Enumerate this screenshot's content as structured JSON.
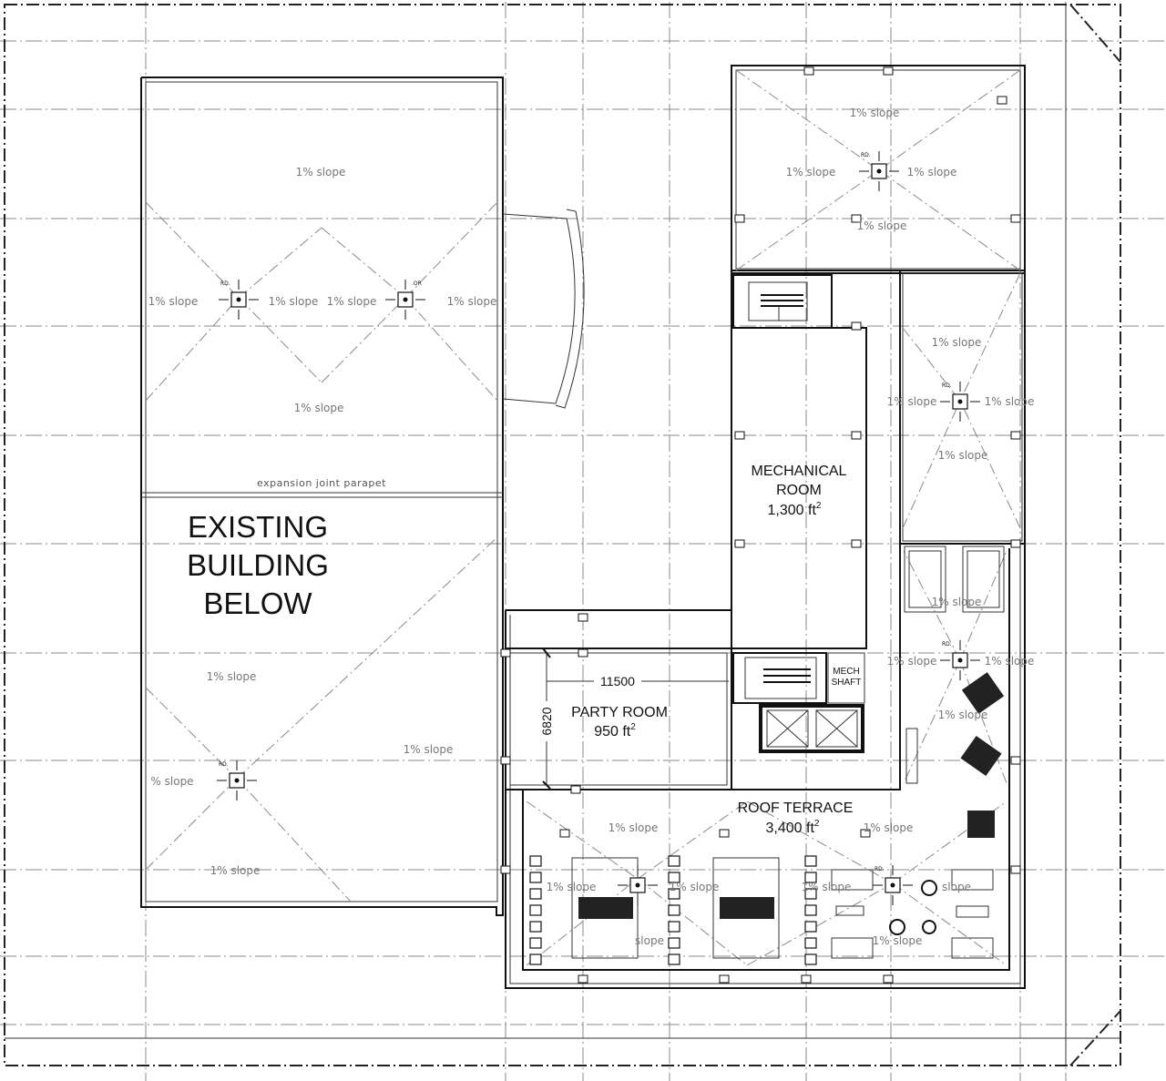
{
  "title_lines": [
    "EXISTING",
    "BUILDING",
    "BELOW"
  ],
  "expansion_joint": "expansion joint parapet",
  "mechanical_room": {
    "line1": "MECHANICAL",
    "line2": "ROOM",
    "area": "1,300 ft",
    "unit_sup": "2"
  },
  "party_room": {
    "name": "PARTY ROOM",
    "area": "950 ft",
    "unit_sup": "2"
  },
  "roof_terrace": {
    "name": "ROOF TERRACE",
    "area": "3,400 ft",
    "unit_sup": "2"
  },
  "mech_shaft": {
    "line1": "MECH",
    "line2": "SHAFT"
  },
  "dimensions": {
    "width": "11500",
    "depth": "6820"
  },
  "slope_label": "1% slope",
  "slope_label_partial": "% slope",
  "slope_fragment": "slope",
  "roof_drain_tag": "RD.",
  "overflow_drain_tag": ".OR",
  "colors": {
    "line": "#111111",
    "grid": "#8a8a8a",
    "slope_text": "#777777",
    "background": "#ffffff"
  }
}
